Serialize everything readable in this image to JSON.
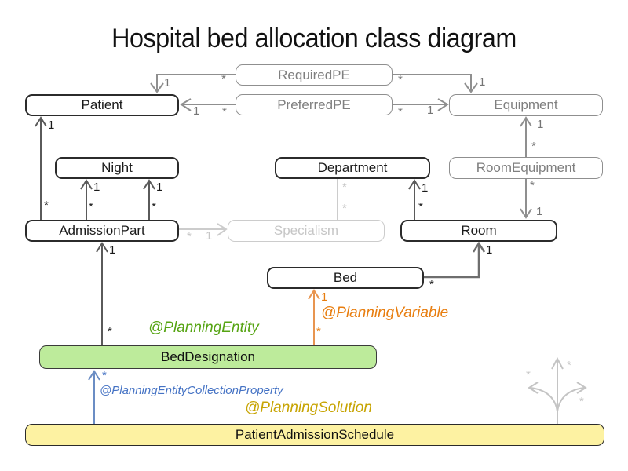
{
  "title": "Hospital bed allocation class diagram",
  "classes": {
    "patient": "Patient",
    "required_pe": "RequiredPE",
    "preferred_pe": "PreferredPE",
    "equipment": "Equipment",
    "night": "Night",
    "department": "Department",
    "room_equipment": "RoomEquipment",
    "admission_part": "AdmissionPart",
    "specialism": "Specialism",
    "room": "Room",
    "bed": "Bed",
    "bed_designation": "BedDesignation",
    "patient_admission_schedule": "PatientAdmissionSchedule"
  },
  "annotations": {
    "planning_entity": "@PlanningEntity",
    "planning_variable": "@PlanningVariable",
    "planning_entity_collection_property": "@PlanningEntityCollectionProperty",
    "planning_solution": "@PlanningSolution"
  },
  "associations": {
    "required_pe_to_patient": {
      "one": "1",
      "many": "*"
    },
    "required_pe_to_equipment": {
      "one": "1",
      "many": "*"
    },
    "preferred_pe_to_patient": {
      "one": "1",
      "many": "*"
    },
    "preferred_pe_to_equipment": {
      "one": "1",
      "many": "*"
    },
    "admission_part_to_patient": {
      "one": "1",
      "many": "*"
    },
    "admission_part_to_night_first": {
      "one": "1",
      "many": "*"
    },
    "admission_part_to_night_last": {
      "one": "1",
      "many": "*"
    },
    "admission_part_to_specialism": {
      "one": "1",
      "many": "*"
    },
    "department_to_specialism": {
      "many_a": "*",
      "many_b": "*"
    },
    "room_to_department": {
      "one": "1",
      "many": "*"
    },
    "room_equipment_to_equipment": {
      "one": "1",
      "many": "*"
    },
    "room_equipment_to_room": {
      "one": "1",
      "many": "*"
    },
    "bed_to_room": {
      "one": "1",
      "many": "*"
    },
    "bed_designation_to_admission_part": {
      "one": "1",
      "many": "*"
    },
    "bed_designation_to_bed": {
      "one": "1",
      "many": "*"
    },
    "schedule_to_bed_designation": {
      "many": "*"
    },
    "schedule_placeholder_collections": {
      "many_left": "*",
      "many_up": "*",
      "many_right": "*"
    }
  },
  "colors": {
    "planning_entity_green": "#56a413",
    "planning_variable_orange": "#e87e10",
    "collection_property_blue": "#4472c4",
    "planning_solution_gold": "#c7a403",
    "bed_designation_fill": "#bdeb9b",
    "schedule_fill": "#fdf2a2",
    "association_gray": "#8f8f8f",
    "association_dark": "#5a5a5a",
    "association_faint": "#cccccc"
  }
}
